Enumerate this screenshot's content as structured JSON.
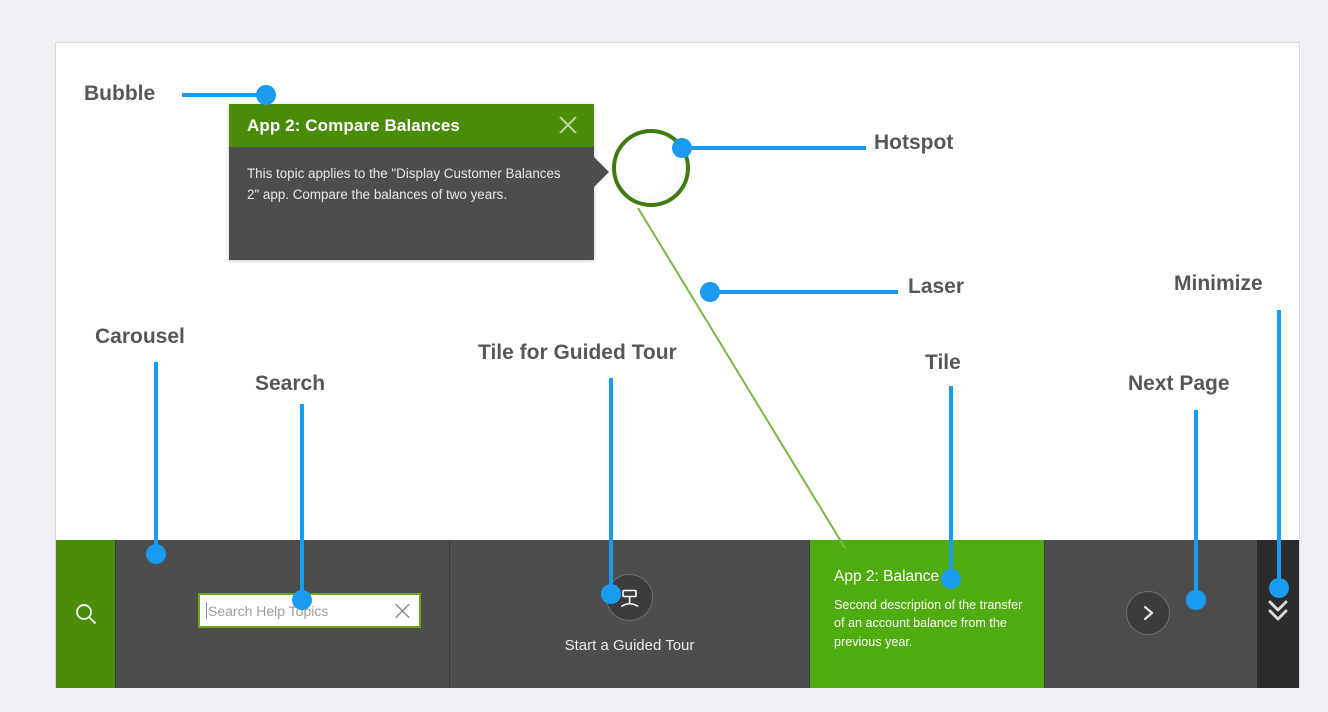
{
  "meta": {
    "accent_blue": "#1b9bf0",
    "green_dark": "#4a8c08",
    "green_tile": "#4fab0e",
    "tile_gray": "#4d4d4d",
    "minimize_gray": "#2b2b2b",
    "label_gray": "#575757",
    "laser_green": "#7ab648"
  },
  "bubble": {
    "title": "App 2: Compare Balances",
    "body": "This topic applies to the \"Display Customer Balances 2\" app. Compare the balances of two years.",
    "close_icon": "close-icon"
  },
  "hotspot": {
    "icon": "hotspot-ring"
  },
  "carousel": {
    "search_panel": {
      "icon": "search-icon"
    },
    "search": {
      "placeholder": "Search Help Topics",
      "value": "",
      "clear_icon": "clear-icon"
    },
    "guided_tour": {
      "label": "Start a Guided Tour",
      "icon": "signpost-icon"
    },
    "topic_tile": {
      "title": "App 2: Balance",
      "description": "Second description of the transfer of an account balance from the previous year."
    },
    "next_page": {
      "icon": "chevron-right-icon"
    },
    "minimize": {
      "icon": "double-chevron-down-icon"
    }
  },
  "annotations": [
    {
      "id": "bubble",
      "label": "Bubble"
    },
    {
      "id": "hotspot",
      "label": "Hotspot"
    },
    {
      "id": "laser",
      "label": "Laser"
    },
    {
      "id": "carousel",
      "label": "Carousel"
    },
    {
      "id": "search",
      "label": "Search"
    },
    {
      "id": "tour-tile",
      "label": "Tile for Guided Tour"
    },
    {
      "id": "tile",
      "label": "Tile"
    },
    {
      "id": "next-page",
      "label": "Next Page"
    },
    {
      "id": "minimize",
      "label": "Minimize"
    }
  ]
}
